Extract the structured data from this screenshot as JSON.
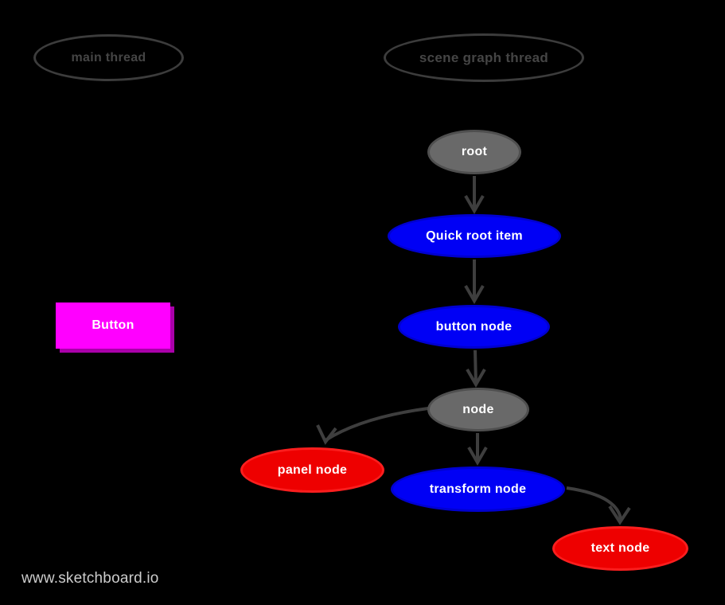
{
  "canvas": {
    "background": "#000000"
  },
  "watermark": {
    "text": "www.sketchboard.io",
    "color": "#cccccc"
  },
  "threads": [
    {
      "id": "main-thread",
      "label": "main thread"
    },
    {
      "id": "scene-graph-thread",
      "label": "scene graph thread"
    }
  ],
  "nodes": [
    {
      "id": "root",
      "label": "root",
      "shape": "ellipse",
      "fill": "#696969",
      "text_color": "#ffffff"
    },
    {
      "id": "quick-root-item",
      "label": "Quick root item",
      "shape": "ellipse",
      "fill": "#0000f5",
      "text_color": "#ffffff"
    },
    {
      "id": "button-node",
      "label": "button node",
      "shape": "ellipse",
      "fill": "#0000f5",
      "text_color": "#ffffff"
    },
    {
      "id": "node",
      "label": "node",
      "shape": "ellipse",
      "fill": "#696969",
      "text_color": "#ffffff"
    },
    {
      "id": "panel-node",
      "label": "panel node",
      "shape": "ellipse",
      "fill": "#ee0000",
      "text_color": "#ffffff"
    },
    {
      "id": "transform-node",
      "label": "transform node",
      "shape": "ellipse",
      "fill": "#0000f5",
      "text_color": "#ffffff"
    },
    {
      "id": "text-node",
      "label": "text node",
      "shape": "ellipse",
      "fill": "#ee0000",
      "text_color": "#ffffff"
    }
  ],
  "button": {
    "label": "Button",
    "fill": "#ff00ff",
    "text_color": "#ffffff"
  },
  "edges": [
    {
      "from": "root",
      "to": "quick-root-item"
    },
    {
      "from": "quick-root-item",
      "to": "button-node"
    },
    {
      "from": "button-node",
      "to": "node"
    },
    {
      "from": "node",
      "to": "panel-node"
    },
    {
      "from": "node",
      "to": "transform-node"
    },
    {
      "from": "transform-node",
      "to": "text-node"
    }
  ],
  "colors": {
    "background": "#000000",
    "edge_stroke": "#3e3e3e",
    "thread_outline": "#3c3c3c",
    "thread_text": "#454545",
    "gray_node": "#696969",
    "blue_node": "#0000f5",
    "red_node": "#ee0000",
    "magenta_button": "#ff00ff",
    "node_text": "#ffffff",
    "watermark_text": "#cccccc"
  }
}
